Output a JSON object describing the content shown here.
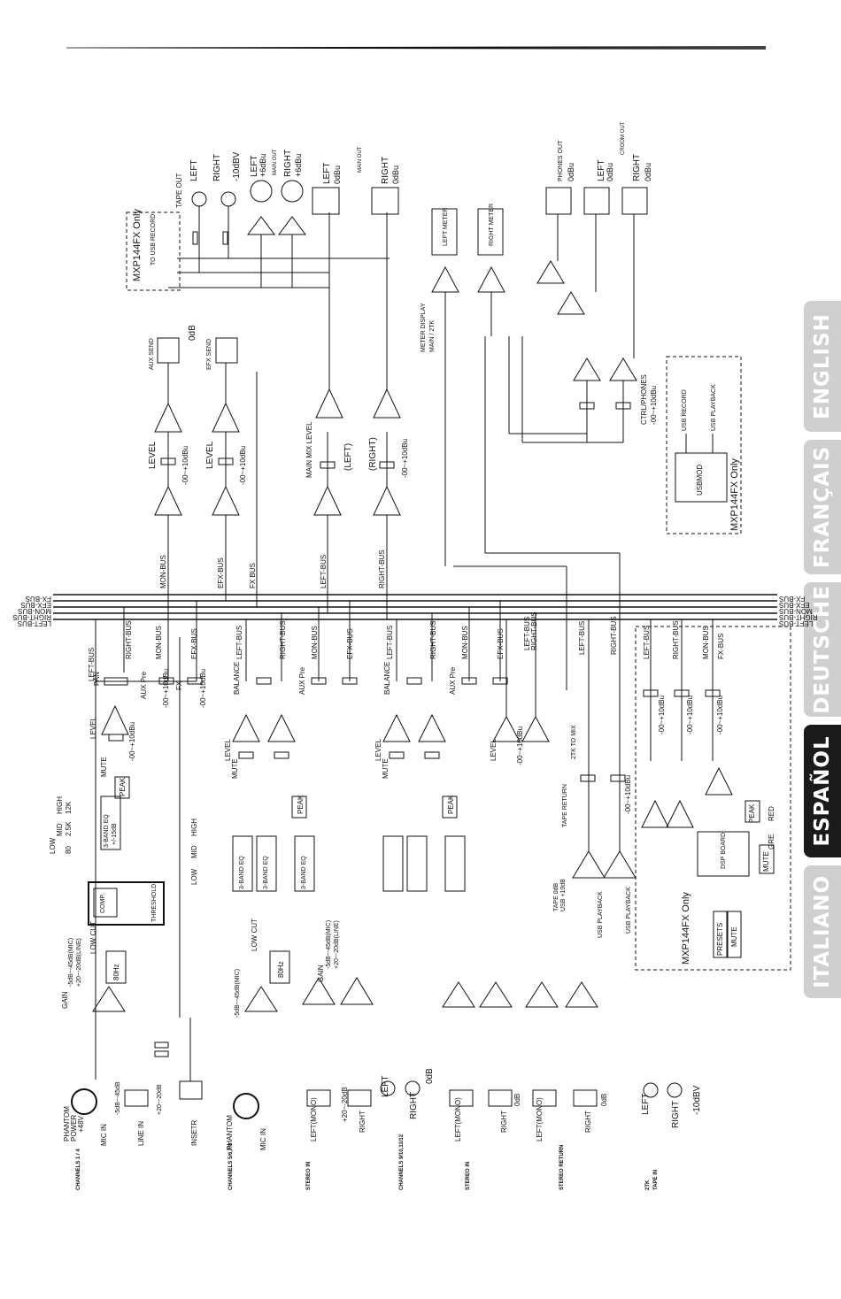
{
  "language_tabs": [
    {
      "label": "ENGLISH",
      "active": false
    },
    {
      "label": "FRANÇAIS",
      "active": false
    },
    {
      "label": "DEUTSCHE",
      "active": false
    },
    {
      "label": "ESPAÑOL",
      "active": true
    },
    {
      "label": "ITALIANO",
      "active": false
    }
  ],
  "buses": {
    "names": [
      "FX-BUS",
      "EFX-BUS",
      "MON-BUS",
      "RIGHT-BUS",
      "LEFT-BUS"
    ],
    "taps": [
      "MON-BUS",
      "EFX-BUS",
      "FX BUS",
      "LEFT-BUS",
      "RIGHT-BUS"
    ]
  },
  "top": {
    "tape_out": "TAPE OUT",
    "tape_left": "LEFT",
    "tape_right": "RIGHT",
    "tape_level": "-10dBV",
    "mxp_top": "MXP144FX Only",
    "usb_record": "TO USB RECORD",
    "xlr_left": "LEFT",
    "xlr_left_level": "+6dBu",
    "xlr_right": "RIGHT",
    "xlr_right_level": "+6dBu",
    "main_out": "MAIN OUT",
    "jack_left": "LEFT",
    "jack_left_level": "0dBu",
    "jack_right": "RIGHT",
    "jack_right_level": "0dBu",
    "main_out_2": "MAIN OUT",
    "left_meter": "LEFT METER",
    "right_meter": "RIGHT METER",
    "meter_display": "METER DISPLAY",
    "meter_display_2": "MAIN / 2TK",
    "phones_out": "PHONES OUT",
    "phones_level": "0dBu",
    "crown_left": "LEFT",
    "crown_left_level": "0dBu",
    "crown_right": "RIGHT",
    "crown_right_level": "0dBu",
    "crown_out": "CROOM OUT",
    "aux_send": "AUX SEND",
    "efx_send": "EFX SEND",
    "send_level": "0dB",
    "level": "LEVEL",
    "level_2": "LEVEL",
    "fader_range": "-00~+10dBu",
    "main_mix_level": "MAIN MIX LEVEL",
    "left_paren": "(LEFT)",
    "right_paren": "(RIGHT)",
    "ctrl_phones": "CTRL/PHONES",
    "usb_mod": "USBMOD",
    "usb_record_2": "USB RECORD",
    "usb_playback": "USB PLAYBACK",
    "mxp_right": "MXP144FX Only"
  },
  "strips": {
    "left_bus": "LEFT-BUS",
    "right_bus": "RIGHT-BUS",
    "mon_bus": "MON-BUS",
    "efx_bus": "EFX-BUS",
    "fx_bus": "FX-BUS",
    "pan": "PAN",
    "balance": "BALANCE",
    "aux_pre": "AUX Pre",
    "fx": "FX",
    "level": "LEVEL",
    "mute": "MUTE",
    "peak": "PEAK",
    "high": "HIGH",
    "mid": "MID",
    "low": "LOW",
    "f12k": "12K",
    "f25k": "2.5K",
    "f80": "80",
    "eq": "3-BAND EQ",
    "eq_range": "+/-15dB",
    "comp": "COMP.",
    "threshold": "THRESHOLD",
    "low_cut": "LOW CUT",
    "hz80": "80Hz",
    "gain": "GAIN",
    "gain_range": "-5dB~-45dB(MIC)",
    "gain_range_line": "+20~-20dB(LINE)",
    "gain_range_2": "-5dB~-45dB(MIC)",
    "phantom": "PHANTOM",
    "power": "POWER",
    "p48": "+48V",
    "mic_in": "MIC IN",
    "line_in": "LINE IN",
    "insert": "INSETR",
    "range_mic": "-5dB~-45dB",
    "range_line": "+20~-20dB",
    "range_stereo": "+20~-20dB",
    "left_mono": "LEFT(MONO)",
    "right": "RIGHT",
    "left": "LEFT",
    "zero_db": "0dB",
    "two_tk_to_mix": "2TK TO MIX",
    "tape_return": "TAPE RETURN",
    "tape_level": "TAPE 0dB",
    "usb_level": "USB +10dB",
    "usb_playback": "USB PLAYBACK",
    "dsp_board": "DSP BOARD",
    "presets": "PRESETS",
    "peak_red": "RED",
    "peak_gre": "GRE",
    "mxp_bottom": "MXP144FX Only",
    "tape_left": "LEFT",
    "tape_right": "RIGHT",
    "tape_dbv": "-10dBV"
  },
  "channel_labels": {
    "ch1": "CHANNELS 1 / 4",
    "ch2": "CHANNELS 5/6,7/8",
    "stereo_in_1": "STEREO IN",
    "ch3": "CHANNELS 9/10,11/12",
    "stereo_in_2": "STEREO IN",
    "stereo_return": "STEREO RETURN",
    "tape_in_1": "2TK",
    "tape_in_2": "TAPE IN"
  }
}
